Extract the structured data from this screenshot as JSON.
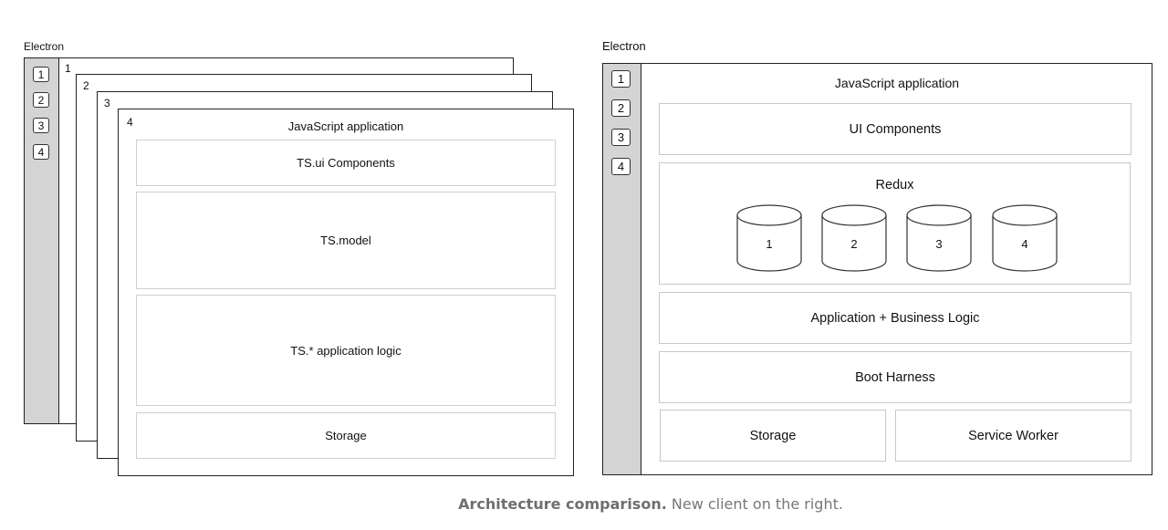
{
  "left": {
    "electron_label": "Electron",
    "tabs": [
      "1",
      "2",
      "3",
      "4"
    ],
    "layers": [
      "1",
      "2",
      "3",
      "4"
    ],
    "app_title": "JavaScript application",
    "panels": [
      "TS.ui Components",
      "TS.model",
      "TS.* application logic",
      "Storage"
    ]
  },
  "right": {
    "electron_label": "Electron",
    "tabs": [
      "1",
      "2",
      "3",
      "4"
    ],
    "app_title": "JavaScript application",
    "ui_components": "UI Components",
    "redux": {
      "title": "Redux",
      "stores": [
        "1",
        "2",
        "3",
        "4"
      ]
    },
    "business_logic": "Application + Business Logic",
    "boot_harness": "Boot Harness",
    "storage": "Storage",
    "service_worker": "Service Worker"
  },
  "caption": {
    "bold": "Architecture comparison.",
    "rest": " New client on the right."
  }
}
